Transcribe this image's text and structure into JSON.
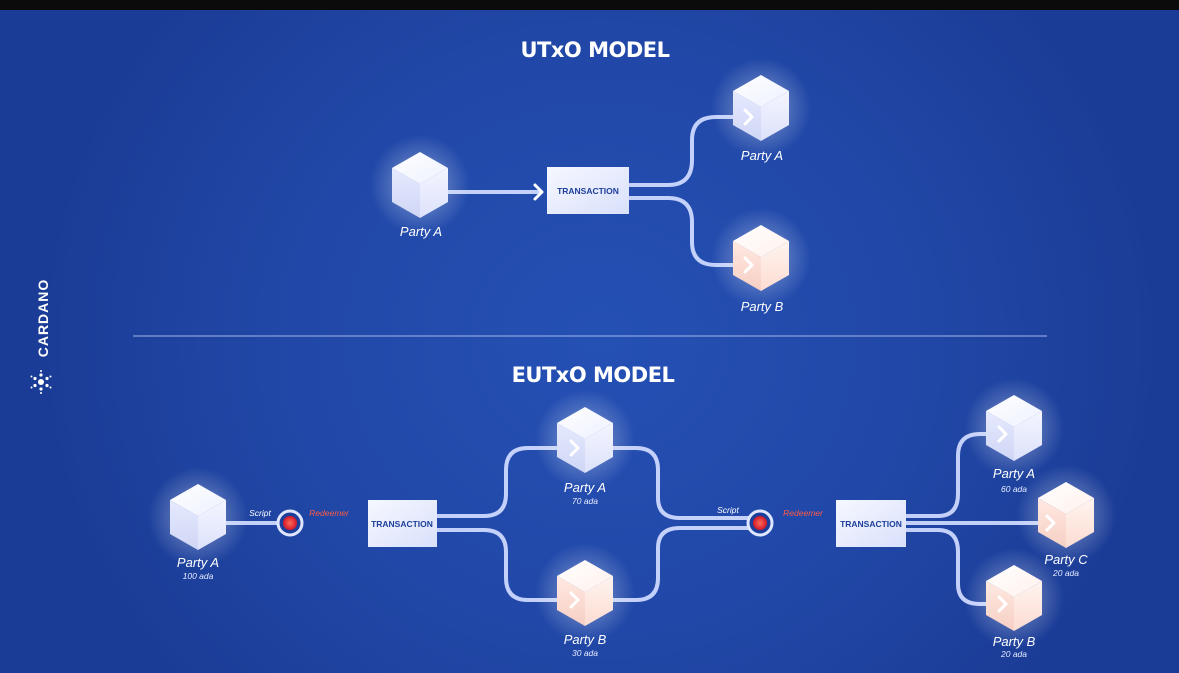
{
  "brand": "CARDANO",
  "utxo": {
    "title": "UTxO MODEL",
    "input": {
      "label": "Party A"
    },
    "transaction": "TRANSACTION",
    "outputs": [
      {
        "label": "Party A"
      },
      {
        "label": "Party B"
      }
    ]
  },
  "eutxo": {
    "title": "EUTxO MODEL",
    "input": {
      "label": "Party A",
      "amount": "100 ada"
    },
    "script1": "Script",
    "redeemer1": "Redeemer",
    "transaction1": "TRANSACTION",
    "mid_outputs": [
      {
        "label": "Party A",
        "amount": "70 ada"
      },
      {
        "label": "Party B",
        "amount": "30 ada"
      }
    ],
    "script2": "Script",
    "redeemer2": "Redeemer",
    "transaction2": "TRANSACTION",
    "final_outputs": [
      {
        "label": "Party A",
        "amount": "60 ada"
      },
      {
        "label": "Party C",
        "amount": "20 ada"
      },
      {
        "label": "Party B",
        "amount": "20 ada"
      }
    ]
  },
  "colors": {
    "background": "#2148a8",
    "flow": "#ccd8ff",
    "cube_white": "#ffffff",
    "cube_peach": "#ffe3da",
    "redeemer": "#ff5a45"
  },
  "icons": [
    "cardano-logo-icon",
    "cube-icon",
    "arrow-icon",
    "script-lock-icon"
  ]
}
